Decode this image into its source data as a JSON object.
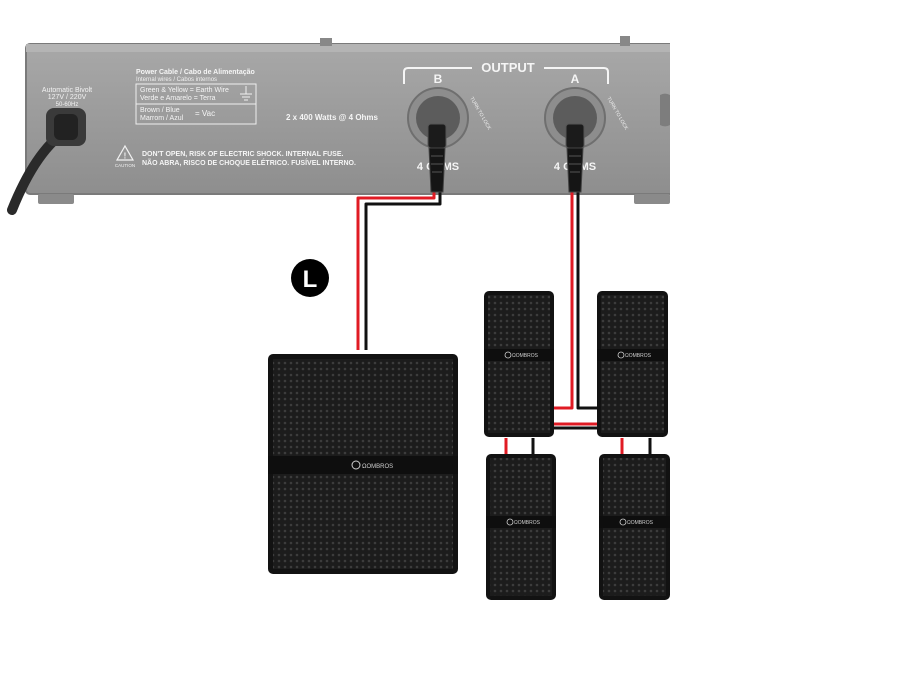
{
  "amplifier": {
    "voltage_title": "Automatic Bivolt",
    "voltage_values": "127V / 220V",
    "voltage_freq": "50-60Hz",
    "power_cable_title": "Power Cable / Cabo de Alimentação",
    "power_cable_subtitle": "Internal wires / Cabos internos",
    "wire_ground_en": "Green & Yellow = Earth Wire",
    "wire_ground_pt": "Verde e Amarelo = Terra",
    "wire_ac_1": "Brown / Blue",
    "wire_ac_2": "Marrom / Azul",
    "wire_ac_value": "= Vac",
    "rating": "2 x 400 Watts @ 4 Ohms",
    "warning_en": "DON'T OPEN, RISK OF ELECTRIC SHOCK. INTERNAL FUSE.",
    "warning_pt": "NÃO ABRA, RISCO DE CHOQUE ELÉTRICO. FUSÍVEL INTERNO.",
    "caution_label": "CAUTION",
    "output_label": "OUTPUT",
    "channel_b": "B",
    "channel_a": "A",
    "ohms_b": "4 OHMS",
    "ohms_a": "4 OHMS",
    "turn_to_lock": "TURN TO LOCK"
  },
  "marker": {
    "label": "L"
  },
  "speakers": {
    "brand": "ΩOMBROS"
  },
  "colors": {
    "panel": "#9a9a9a",
    "panel_dark": "#6f6f6f",
    "cable_red": "#e01b24",
    "cable_black": "#111111",
    "cabinet": "#1a1a1a"
  }
}
